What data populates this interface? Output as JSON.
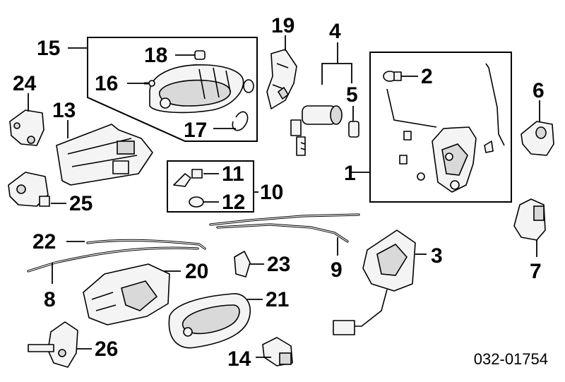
{
  "diagram_code": "032-01754",
  "callouts": [
    {
      "id": "c1",
      "text": "1"
    },
    {
      "id": "c2",
      "text": "2"
    },
    {
      "id": "c3",
      "text": "3"
    },
    {
      "id": "c4",
      "text": "4"
    },
    {
      "id": "c5",
      "text": "5"
    },
    {
      "id": "c6",
      "text": "6"
    },
    {
      "id": "c7",
      "text": "7"
    },
    {
      "id": "c8",
      "text": "8"
    },
    {
      "id": "c9",
      "text": "9"
    },
    {
      "id": "c10",
      "text": "10"
    },
    {
      "id": "c11",
      "text": "11"
    },
    {
      "id": "c12",
      "text": "12"
    },
    {
      "id": "c13",
      "text": "13"
    },
    {
      "id": "c14",
      "text": "14"
    },
    {
      "id": "c15",
      "text": "15"
    },
    {
      "id": "c16",
      "text": "16"
    },
    {
      "id": "c17",
      "text": "17"
    },
    {
      "id": "c18",
      "text": "18"
    },
    {
      "id": "c19",
      "text": "19"
    },
    {
      "id": "c20",
      "text": "20"
    },
    {
      "id": "c21",
      "text": "21"
    },
    {
      "id": "c22",
      "text": "22"
    },
    {
      "id": "c23",
      "text": "23"
    },
    {
      "id": "c24",
      "text": "24"
    },
    {
      "id": "c25",
      "text": "25"
    },
    {
      "id": "c26",
      "text": "26"
    }
  ]
}
